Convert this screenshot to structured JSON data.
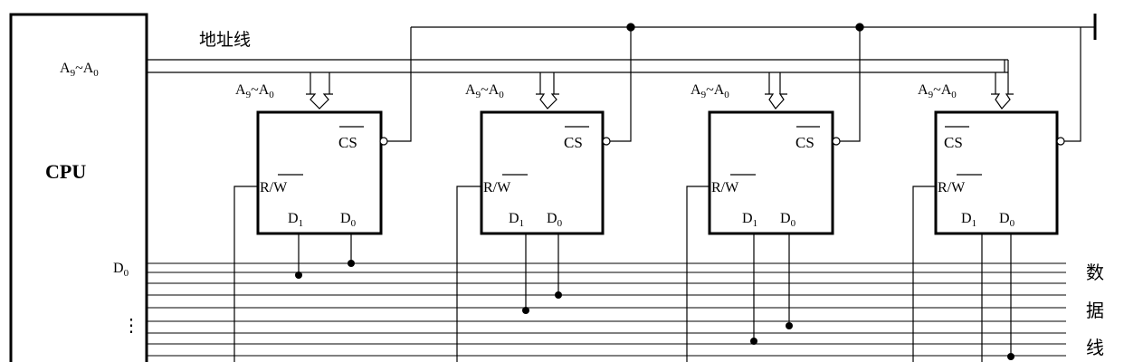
{
  "cpu": {
    "label": "CPU",
    "addr_port": {
      "main": "A",
      "sub1": "9",
      "mid": "~A",
      "sub2": "0"
    },
    "data_port": {
      "main": "D",
      "sub": "0"
    },
    "ellipsis": "⋮"
  },
  "address_bus_label": "地址线",
  "data_bus_label": [
    "数",
    "据",
    "线"
  ],
  "chip": {
    "addr_in": {
      "main": "A",
      "sub1": "9",
      "mid": "~A",
      "sub2": "0"
    },
    "cs": "CS",
    "rw": {
      "r": "R/",
      "w": "W"
    },
    "d1": {
      "main": "D",
      "sub": "1"
    },
    "d0": {
      "main": "D",
      "sub": "0"
    }
  },
  "chips": [
    {
      "id": "chip-1"
    },
    {
      "id": "chip-2"
    },
    {
      "id": "chip-3"
    },
    {
      "id": "chip-4"
    }
  ],
  "colors": {
    "line": "#000000",
    "background": "#ffffff"
  }
}
